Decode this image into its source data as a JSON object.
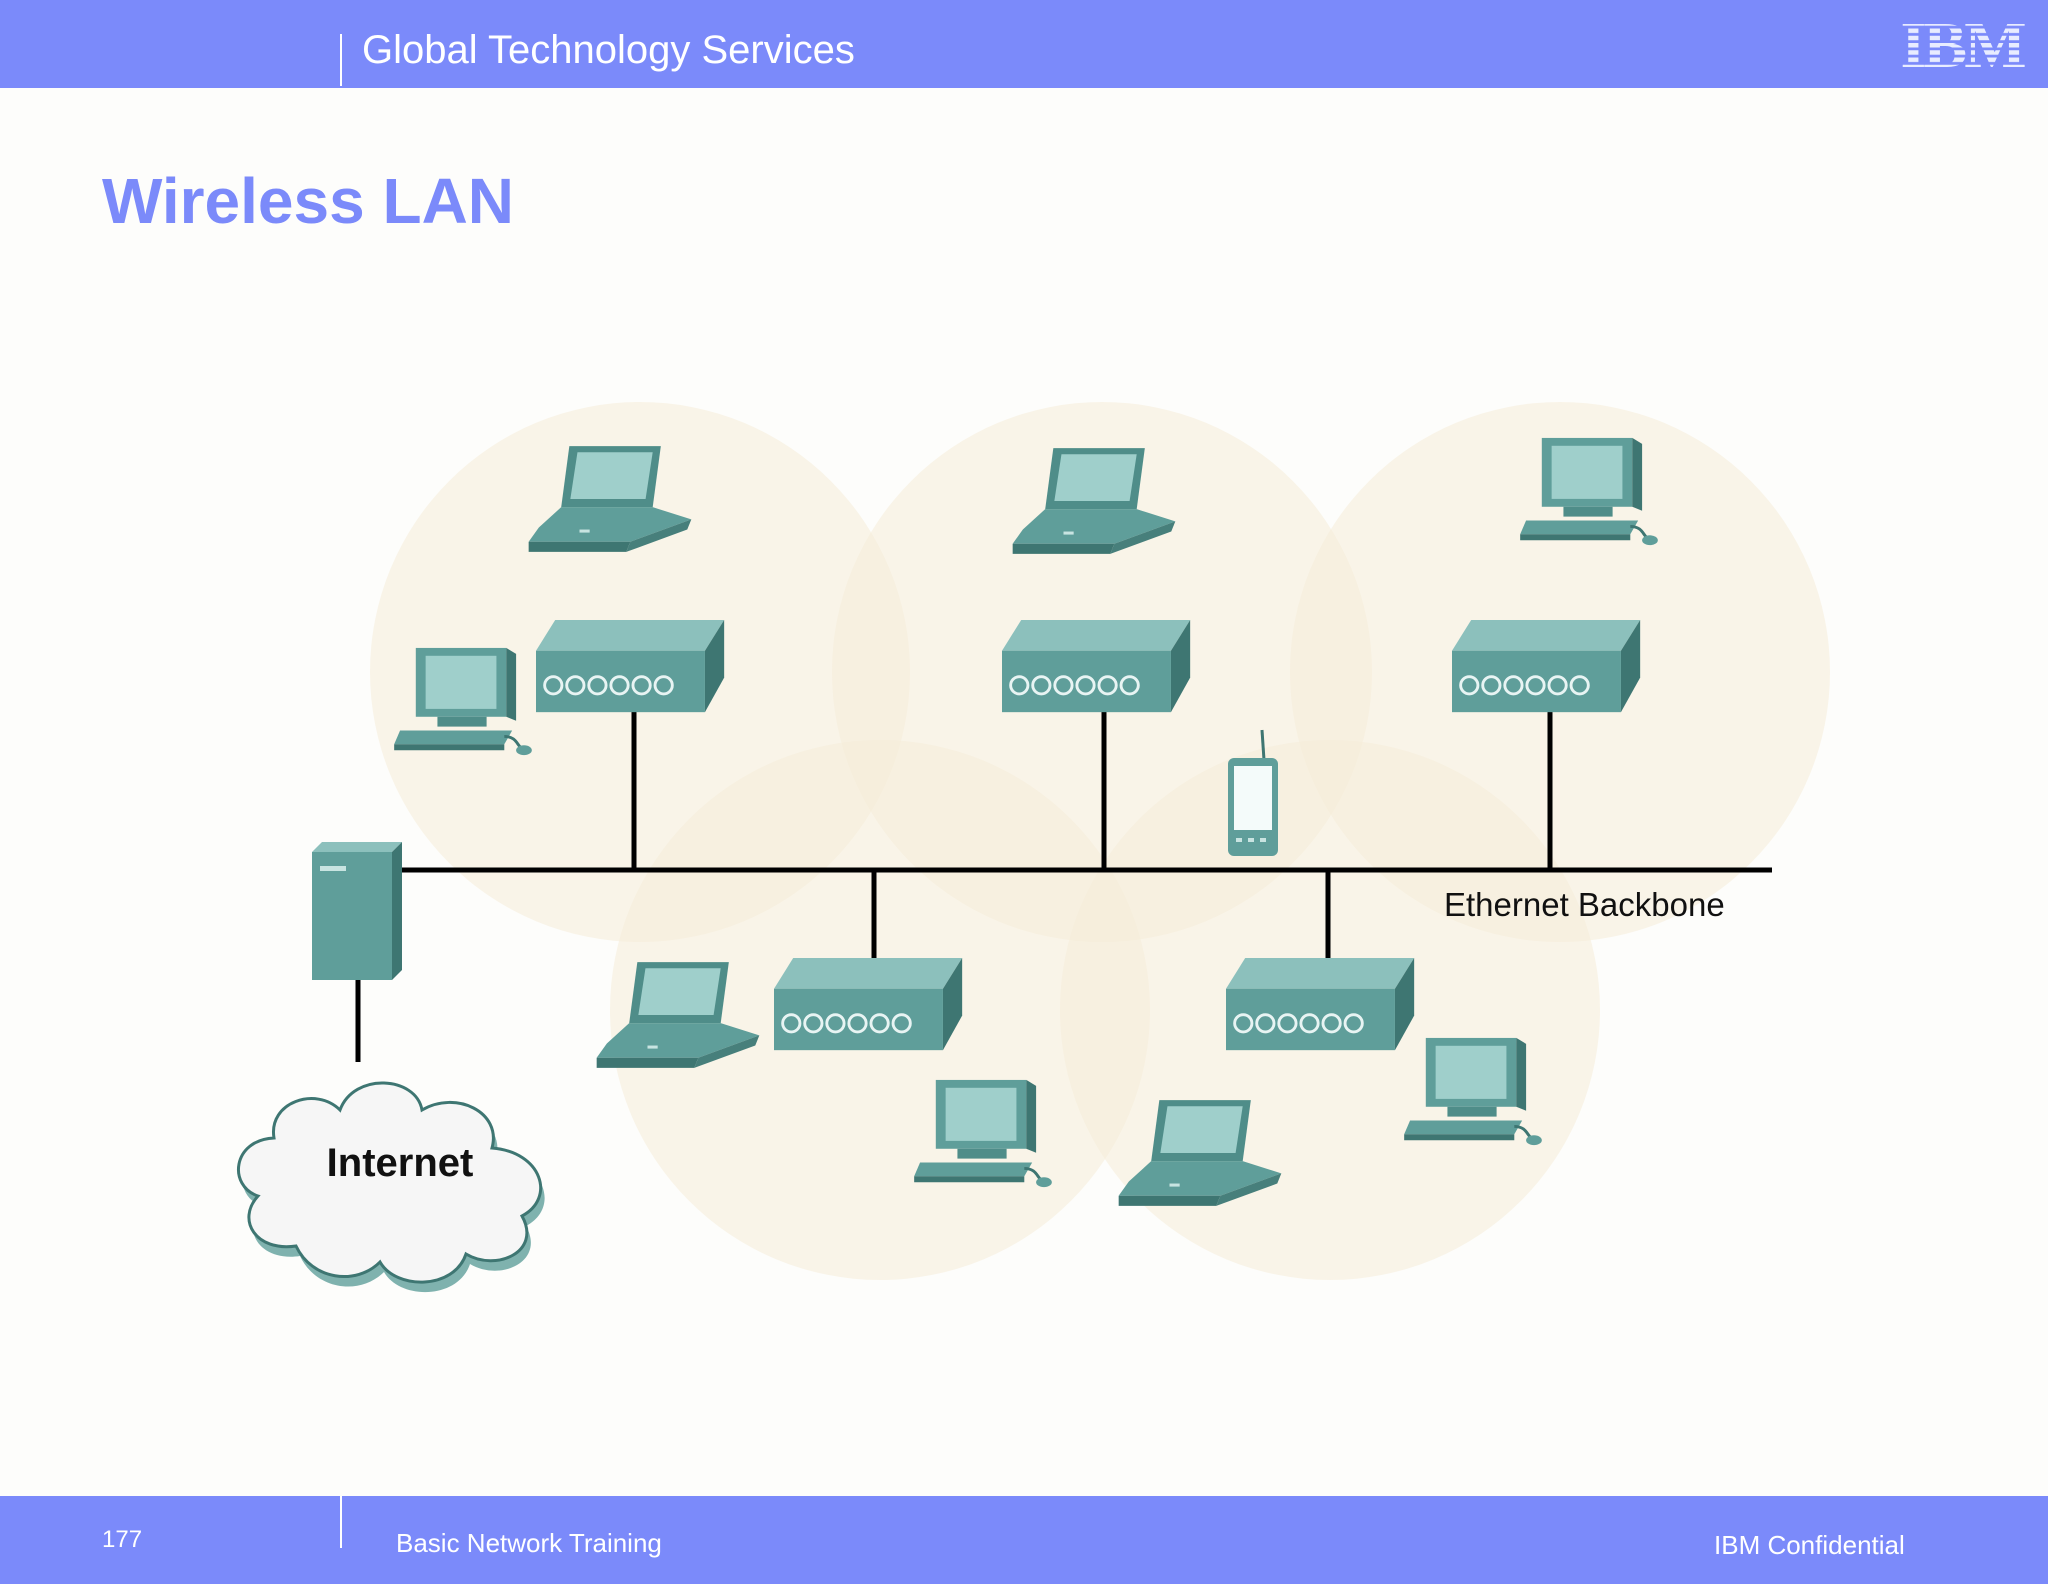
{
  "header": {
    "title": "Global Technology Services",
    "logo_text": "IBM"
  },
  "slide": {
    "title": "Wireless LAN"
  },
  "diagram": {
    "backbone_label": "Ethernet Backbone",
    "cloud_label": "Internet",
    "nodes": [
      {
        "id": "server",
        "type": "server-icon"
      },
      {
        "id": "internet",
        "type": "cloud-icon"
      },
      {
        "id": "ap1",
        "type": "access-point-icon"
      },
      {
        "id": "ap2",
        "type": "access-point-icon"
      },
      {
        "id": "ap3",
        "type": "access-point-icon"
      },
      {
        "id": "ap4",
        "type": "access-point-icon"
      },
      {
        "id": "ap5",
        "type": "access-point-icon"
      },
      {
        "id": "handheld",
        "type": "handheld-icon"
      }
    ],
    "edges": [
      {
        "from": "server",
        "to": "internet"
      },
      {
        "from": "server",
        "to": "ap1"
      },
      {
        "from": "server",
        "to": "ap2"
      },
      {
        "from": "server",
        "to": "ap3"
      },
      {
        "from": "server",
        "to": "ap4"
      },
      {
        "from": "server",
        "to": "ap5"
      }
    ]
  },
  "colors": {
    "accent": "#7b8afa",
    "device": "#5f9e9a",
    "coverage": "#f5ecd8"
  },
  "footer": {
    "page_number": "177",
    "title": "Basic Network Training",
    "confidential": "IBM Confidential"
  }
}
